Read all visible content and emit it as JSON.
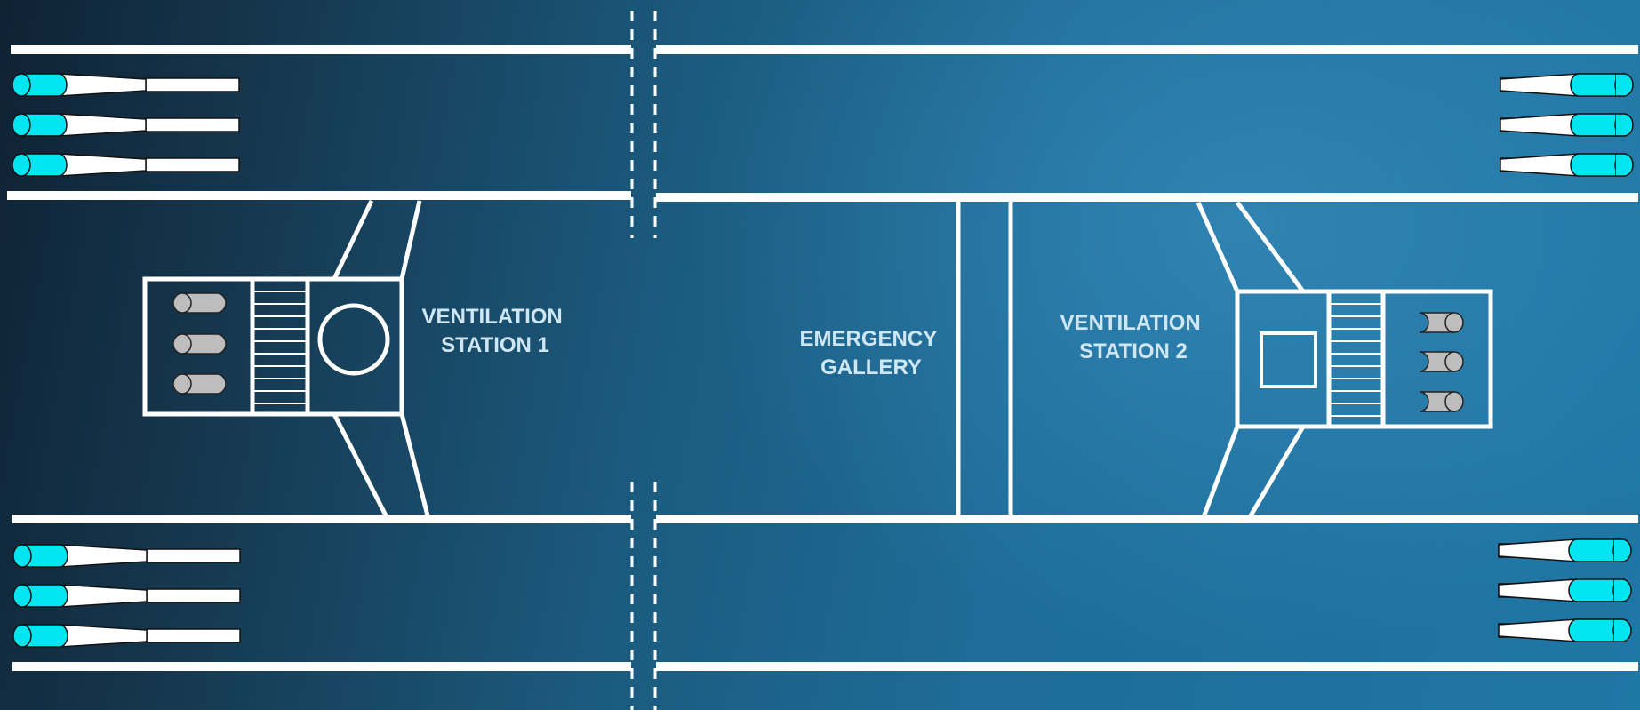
{
  "labels": {
    "ventilation_station_1": [
      "VENTILATION",
      "STATION 1"
    ],
    "emergency_gallery": [
      "EMERGENCY",
      "GALLERY"
    ],
    "ventilation_station_2": [
      "VENTILATION",
      "STATION 2"
    ]
  },
  "colors": {
    "background_dark": "#0f2234",
    "background_light": "#1f77a6",
    "lines": "#ffffff",
    "label_text": "#cfe7f3",
    "fan_cyan": "#00e5f0",
    "fan_grey": "#bdbdbd"
  },
  "components": {
    "jet_fans_per_bank": 3,
    "station_fans": 3
  }
}
